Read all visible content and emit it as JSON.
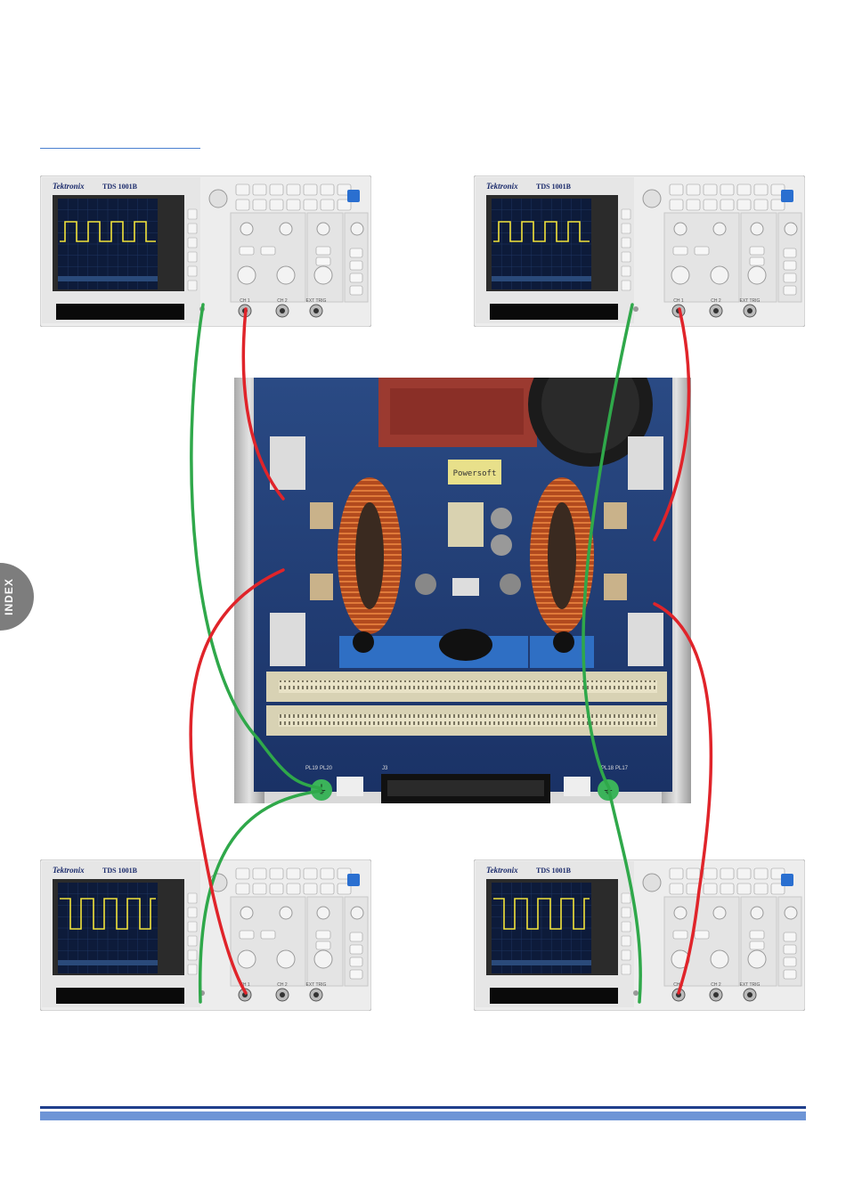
{
  "index_tab": {
    "label": "INDEX"
  },
  "oscilloscopes": [
    {
      "id": "scope-top-left",
      "brand": "Tektronix",
      "model": "TDS 1001B",
      "ch1": "CH 1",
      "ch2": "CH 2",
      "ext": "EXT TRIG"
    },
    {
      "id": "scope-top-right",
      "brand": "Tektronix",
      "model": "TDS 1001B",
      "ch1": "CH 1",
      "ch2": "CH 2",
      "ext": "EXT TRIG"
    },
    {
      "id": "scope-bottom-left",
      "brand": "Tektronix",
      "model": "TDS 1001B",
      "ch1": "CH 1",
      "ch2": "CH 2",
      "ext": "EXT TRIG"
    },
    {
      "id": "scope-bottom-right",
      "brand": "Tektronix",
      "model": "TDS 1001B",
      "ch1": "CH 1",
      "ch2": "CH 2",
      "ext": "EXT TRIG"
    }
  ],
  "board": {
    "chip_label": "Powersoft",
    "connector_labels": [
      "PL19",
      "PL20",
      "PL18",
      "PL17",
      "J3"
    ]
  },
  "colors": {
    "probe_signal": "#e0242a",
    "probe_ground": "#2fa84a",
    "accent": "#6e95d6",
    "pcb": "#1f3a6e"
  }
}
